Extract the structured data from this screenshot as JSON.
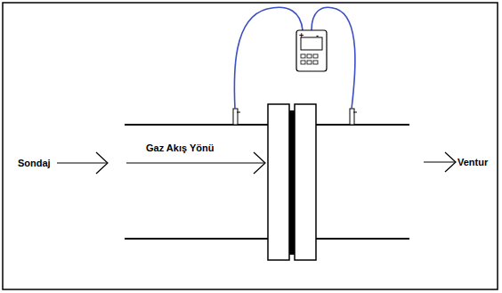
{
  "diagram": {
    "labels": [
      "Sondaj",
      "Gaz Akış Yönü",
      "Ventur",
      "+",
      "-"
    ]
  }
}
